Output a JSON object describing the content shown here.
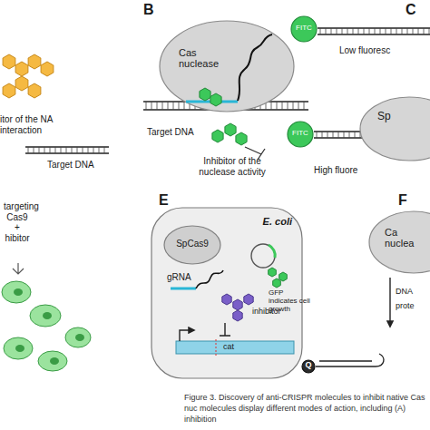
{
  "diagram": {
    "caption": "Figure 3. Discovery of anti-CRISPR molecules to inhibit native Cas nuc molecules display different modes of action, including (A) inhibition",
    "nodes": [
      {
        "text": [
          "Cas nuclease"
        ]
      },
      {
        "text": [
          "FITC"
        ]
      },
      {
        "text": [
          "FITC"
        ]
      },
      {
        "text": [
          "Sp"
        ]
      },
      {
        "text": [
          "E. coli"
        ]
      },
      {
        "text": [
          "SpCas9"
        ],
        "in": 4
      },
      {
        "text": [
          "Ca nuclea"
        ]
      },
      {
        "text": [
          "Q"
        ]
      }
    ],
    "labels": [
      "itor of the NA interaction",
      "Target DNA",
      "B",
      "Target DNA",
      "Inhibitor of the nuclease activity",
      "C",
      "Low fluoresc",
      "High fluore",
      "targeting Cas9 + hibitor",
      "E",
      "gRNA",
      "GFP indicates cell growth",
      "inhibitor",
      "cat",
      "F",
      "DNA",
      "prote"
    ]
  }
}
